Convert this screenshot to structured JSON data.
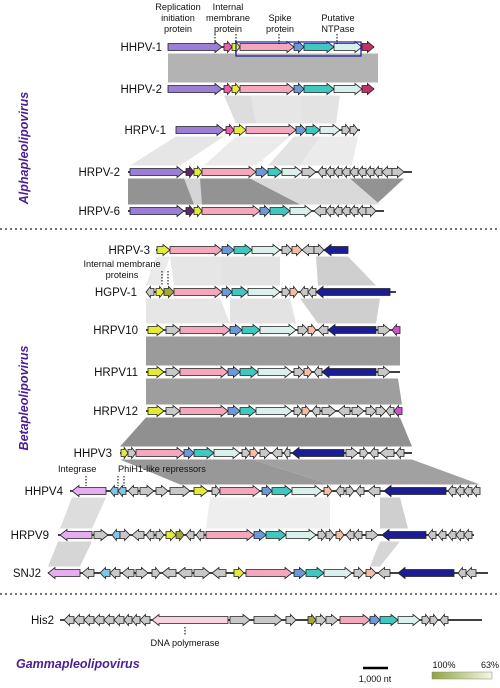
{
  "genomes": [
    {
      "label": "HHPV-1",
      "group": 0
    },
    {
      "label": "HHPV-2",
      "group": 0
    },
    {
      "label": "HRPV-1",
      "group": 0
    },
    {
      "label": "HRPV-2",
      "group": 0
    },
    {
      "label": "HRPV-6",
      "group": 0
    },
    {
      "label": "HRPV-3",
      "group": 1
    },
    {
      "label": "HGPV-1",
      "group": 1
    },
    {
      "label": "HRPV10",
      "group": 1
    },
    {
      "label": "HRPV11",
      "group": 1
    },
    {
      "label": "HRPV12",
      "group": 1
    },
    {
      "label": "HHPV3",
      "group": 1
    },
    {
      "label": "HHPV4",
      "group": 1
    },
    {
      "label": "HRPV9",
      "group": 1
    },
    {
      "label": "SNJ2",
      "group": 1
    },
    {
      "label": "His2",
      "group": 2
    }
  ],
  "genera": [
    "Alphapleolipovirus",
    "Betapleolipovirus",
    "Gammapleolipovirus"
  ],
  "annotations": {
    "replication": "Replication initiation protein",
    "internal_membrane": "Internal membrane protein",
    "spike": "Spike protein",
    "ntpase": "Putative NTPase",
    "internal_membrane_plural": "Internal membrane proteins",
    "integrase": "Integrase",
    "phih1": "PhiH1-like repressors",
    "dna_polymerase": "DNA polymerase"
  },
  "scale_bar": {
    "label": "1,000 nt"
  },
  "identity_legend": {
    "high": "100%",
    "low": "63%",
    "high_color": "#8ea63a",
    "low_color": "#f5f6e6"
  },
  "colors": {
    "replication": "#9b7fd6",
    "dark_purple": "#5b2a6e",
    "small_pink": "#ee5fae",
    "yellow": "#e2ea3a",
    "light_pink": "#f4a7bd",
    "blue": "#6b9ad8",
    "teal": "#3ec8c0",
    "pale": "#d9f0ec",
    "gray": "#c8c8c8",
    "navy": "#1c1c94",
    "magenta": "#d44fd0",
    "salmon": "#f5bca6",
    "lavender": "#e6aef0",
    "crimson": "#c0306a",
    "light_blue": "#7fc6e6",
    "olive": "#a0a83a",
    "polymerase": "#f7d3e2"
  }
}
